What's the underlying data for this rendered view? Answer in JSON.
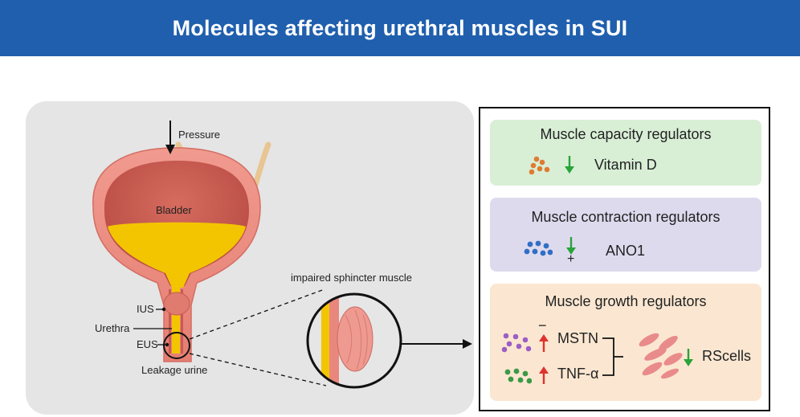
{
  "header": {
    "title": "Molecules affecting urethral muscles in SUI"
  },
  "anatomy": {
    "pressure_label": "Pressure",
    "bladder_label": "Bladder",
    "ius_label": "IUS",
    "urethra_label": "Urethra",
    "eus_label": "EUS",
    "leakage_label": "Leakage urine",
    "zoom_label": "impaired sphincter muscle"
  },
  "regulators": {
    "capacity": {
      "title": "Muscle capacity regulators",
      "molecule": "Vitamin D",
      "change": "down",
      "dot_color": "#e07b32"
    },
    "contraction": {
      "title": "Muscle contraction regulators",
      "molecule": "ANO1",
      "change": "down",
      "sign": "+",
      "dot_color": "#2f6fc4"
    },
    "growth": {
      "title": "Muscle growth regulators",
      "items": [
        {
          "molecule": "MSTN",
          "change": "up",
          "sign": "−",
          "dot_color": "#9c5ec6"
        },
        {
          "molecule": "TNF-α",
          "change": "up",
          "dot_color": "#3a9a48"
        }
      ],
      "target": {
        "label": "RScells",
        "change": "down"
      }
    }
  },
  "colors": {
    "banner": "#1f5fad",
    "arrow_down": "#2aa33a",
    "arrow_up": "#e0322c",
    "urine": "#f2c500",
    "bladder_wall": "#e9877d"
  }
}
